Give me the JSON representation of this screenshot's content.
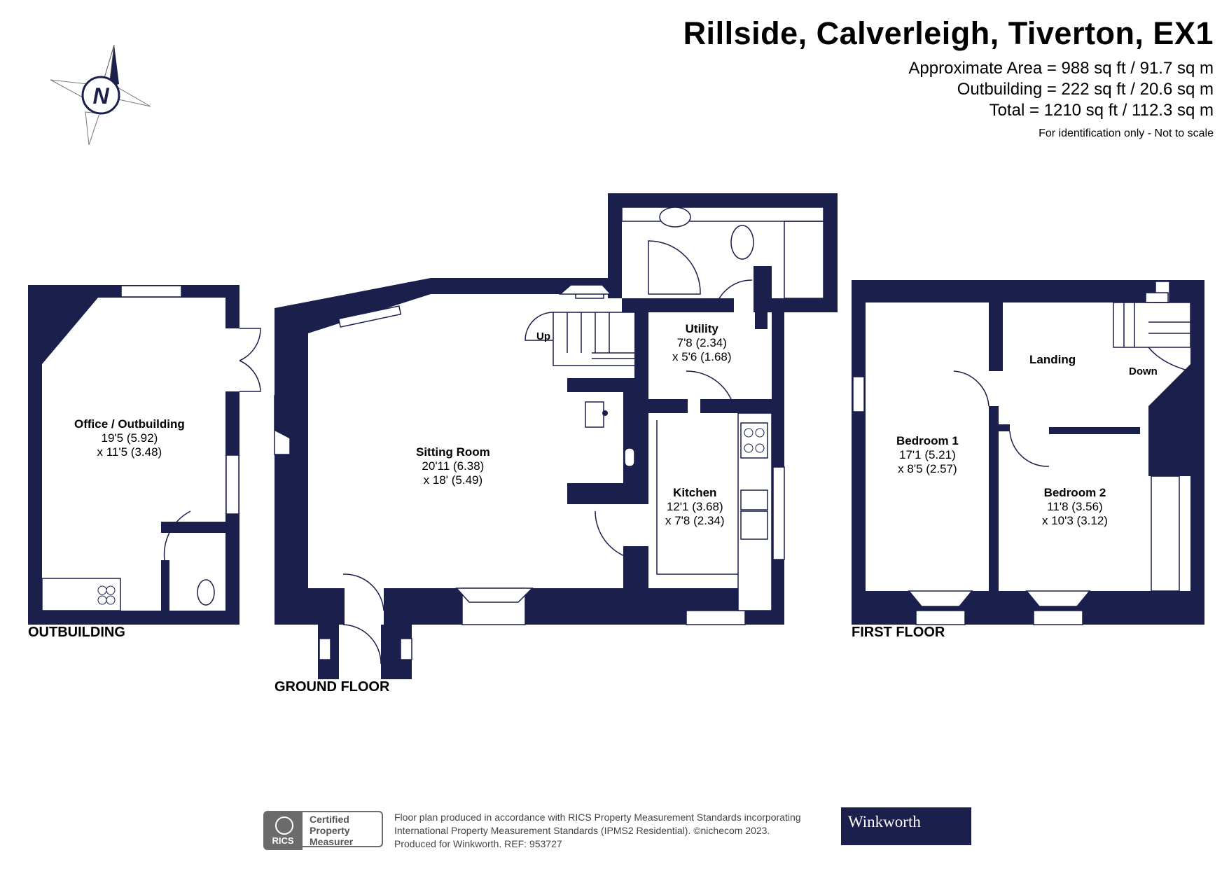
{
  "header": {
    "title": "Rillside, Calverleigh, Tiverton, EX1",
    "approx_area": "Approximate Area = 988 sq ft / 91.7 sq m",
    "outbuilding_area": "Outbuilding = 222 sq ft / 20.6 sq m",
    "total_area": "Total = 1210 sq ft / 112.3 sq m",
    "note": "For identification only - Not to scale"
  },
  "compass": {
    "letter": "N"
  },
  "colors": {
    "wall": "#1a1f4b",
    "background": "#ffffff",
    "brand": "#1a1f4b",
    "rics_grey": "#6b6b6b"
  },
  "floors": {
    "outbuilding": "OUTBUILDING",
    "ground": "GROUND FLOOR",
    "first": "FIRST FLOOR"
  },
  "rooms": {
    "office": {
      "name": "Office / Outbuilding",
      "dim1": "19'5 (5.92)",
      "dim2": "x 11'5 (3.48)"
    },
    "sitting": {
      "name": "Sitting Room",
      "dim1": "20'11 (6.38)",
      "dim2": "x 18' (5.49)"
    },
    "utility": {
      "name": "Utility",
      "dim1": "7'8 (2.34)",
      "dim2": "x 5'6 (1.68)"
    },
    "kitchen": {
      "name": "Kitchen",
      "dim1": "12'1 (3.68)",
      "dim2": "x 7'8 (2.34)"
    },
    "landing": {
      "name": "Landing"
    },
    "bedroom1": {
      "name": "Bedroom 1",
      "dim1": "17'1 (5.21)",
      "dim2": "x 8'5 (2.57)"
    },
    "bedroom2": {
      "name": "Bedroom 2",
      "dim1": "11'8 (3.56)",
      "dim2": "x 10'3 (3.12)"
    }
  },
  "stairs": {
    "up": "Up",
    "down": "Down"
  },
  "footer": {
    "line1": "Floor plan produced in accordance with RICS Property Measurement Standards incorporating",
    "line2": "International Property Measurement Standards (IPMS2 Residential).  ©nichecom 2023.",
    "line3": "Produced for Winkworth.    REF:  953727",
    "rics_word": "RICS",
    "cert_line1": "Certified",
    "cert_line2": "Property",
    "cert_line3": "Measurer",
    "brand": "Winkworth"
  }
}
